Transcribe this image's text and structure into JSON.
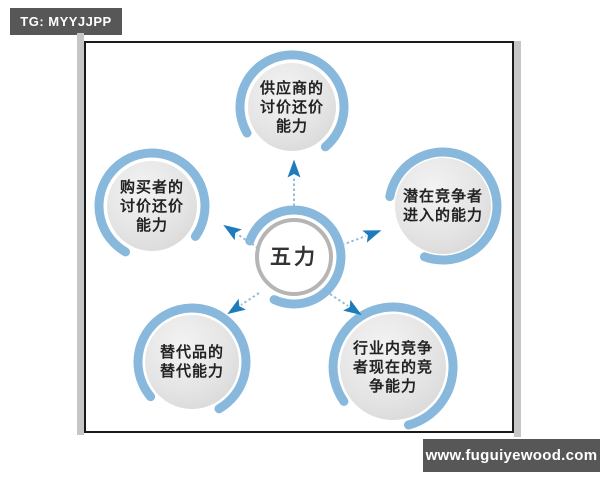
{
  "watermarks": {
    "top_left": "TG: MYYJJPP",
    "bottom_right": "www.fuguiyewood.com"
  },
  "diagram": {
    "center": {
      "label": "五力"
    },
    "nodes": [
      {
        "id": "suppliers",
        "lines": [
          "供应商的",
          "讨价还价",
          "能力"
        ]
      },
      {
        "id": "buyers",
        "lines": [
          "购买者的",
          "讨价还价",
          "能力"
        ]
      },
      {
        "id": "potential-entrants",
        "lines": [
          "潜在竞争者",
          "进入的能力"
        ]
      },
      {
        "id": "substitutes",
        "lines": [
          "替代品的",
          "替代能力"
        ]
      },
      {
        "id": "industry-rivalry",
        "lines": [
          "行业内竞争",
          "者现在的竞",
          "争能力"
        ]
      }
    ],
    "colors": {
      "arc_blue": "#88b8dc",
      "arrow_blue": "#1e7cbd",
      "dash_blue": "#96bed9",
      "node_fill": "#e4e4e4",
      "ring_gray": "#b5b5b5",
      "frame_border": "#1a1a1a",
      "watermark_bg": "#575757"
    }
  }
}
